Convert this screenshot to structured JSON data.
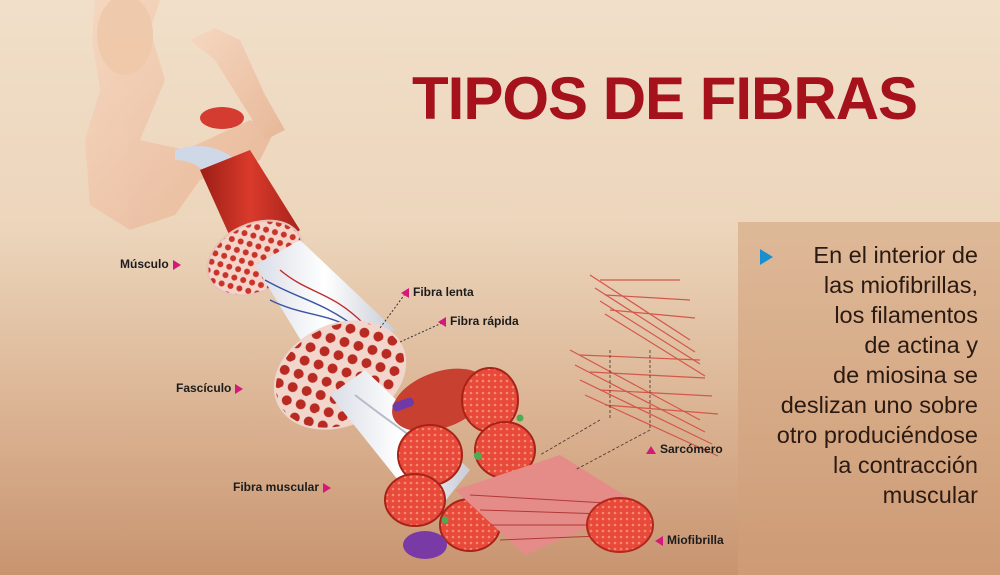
{
  "title": "TIPOS DE FIBRAS",
  "info": {
    "lines": [
      "En el interior de",
      "las miofibrillas,",
      "los filamentos",
      "de actina y",
      "de miosina se",
      "deslizan uno sobre",
      "otro produciéndose",
      "la contracción",
      "muscular"
    ]
  },
  "labels": {
    "musculo": "Músculo",
    "fasciculo": "Fascículo",
    "fibra_muscular": "Fibra muscular",
    "fibra_lenta": "Fibra lenta",
    "fibra_rapida": "Fibra rápida",
    "sarcomero": "Sarcómero",
    "miofibrilla": "Miofibrilla"
  },
  "colors": {
    "title": "#a5121c",
    "label_arrow": "#d4197b",
    "bullet": "#1a8fd0",
    "muscle_red": "#c92a1e"
  }
}
